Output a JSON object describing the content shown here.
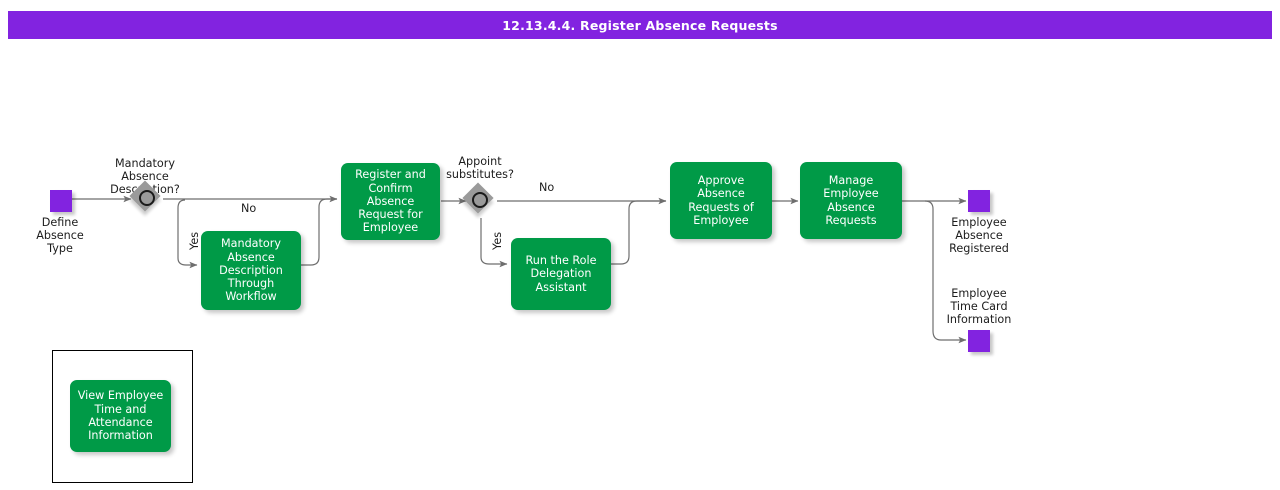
{
  "header": {
    "title": "12.13.4.4. Register Absence Requests",
    "bar_color": "#8223e0",
    "text_color": "#ffffff"
  },
  "palette": {
    "task_green": "#009a47",
    "event_purple": "#8223e0",
    "gateway_gray": "#9a9a9a",
    "connector_gray": "#6e6e6e",
    "frame_black": "#000000",
    "canvas_white": "#ffffff"
  },
  "diagram": {
    "type": "bpmn-process-flow",
    "start_events": [
      {
        "id": "start-define-absence-type",
        "caption": "Define\nAbsence\nType",
        "shape": "square",
        "color": "#8223e0"
      }
    ],
    "gateways": [
      {
        "id": "gw-mandatory-absence-description",
        "caption": "Mandatory\nAbsence\nDescription?",
        "shape": "inclusive-gateway",
        "branches": [
          "No",
          "Yes"
        ]
      },
      {
        "id": "gw-appoint-substitutes",
        "caption": "Appoint\nsubstitutes?",
        "shape": "inclusive-gateway",
        "branches": [
          "No",
          "Yes"
        ]
      }
    ],
    "tasks": [
      {
        "id": "task-mandatory-absence-description-workflow",
        "label": "Mandatory\nAbsence\nDescription\nThrough\nWorkflow"
      },
      {
        "id": "task-register-confirm-absence-request",
        "label": "Register and\nConfirm Absence\nRequest for\nEmployee"
      },
      {
        "id": "task-run-role-delegation-assistant",
        "label": "Run the Role\nDelegation\nAssistant"
      },
      {
        "id": "task-approve-absence-requests",
        "label": "Approve Absence\nRequests of\nEmployee"
      },
      {
        "id": "task-manage-employee-absence-requests",
        "label": "Manage\nEmployee\nAbsence\nRequests"
      },
      {
        "id": "task-view-employee-time-attendance",
        "label": "View Employee\nTime and\nAttendance\nInformation"
      }
    ],
    "end_events": [
      {
        "id": "end-employee-absence-registered",
        "caption": "Employee\nAbsence\nRegistered",
        "shape": "square",
        "color": "#8223e0"
      },
      {
        "id": "end-employee-time-card-information",
        "caption": "Employee\nTime Card\nInformation",
        "shape": "square",
        "color": "#8223e0"
      }
    ],
    "edge_labels": {
      "gw1_no": "No",
      "gw1_yes": "Yes",
      "gw2_no": "No",
      "gw2_yes": "Yes"
    }
  }
}
